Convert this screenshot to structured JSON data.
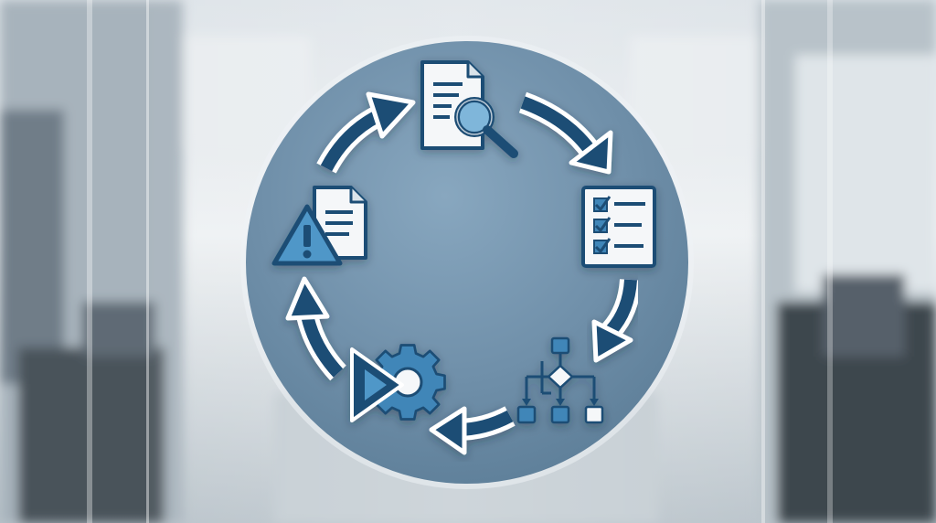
{
  "colors": {
    "background_light": "#e9edf0",
    "background_mid": "#c9d1d8",
    "background_dark": "#4f5960",
    "disc": "#6d8ea8",
    "disc_edge": "#f2f5f7",
    "icon_dark": "#1f4d75",
    "icon_accent": "#3f86b8",
    "icon_light": "#4f97c8",
    "paper": "#f5f7f9",
    "outline": "#ffffff"
  },
  "cycle_steps": [
    {
      "id": "document-review",
      "icon": "document-magnifier-icon"
    },
    {
      "id": "checklist",
      "icon": "checklist-icon"
    },
    {
      "id": "decision-workflow",
      "icon": "flowchart-icon"
    },
    {
      "id": "process-execution",
      "icon": "play-gear-icon"
    },
    {
      "id": "risk-warning",
      "icon": "warning-document-icon"
    }
  ],
  "cycle_direction": "clockwise"
}
